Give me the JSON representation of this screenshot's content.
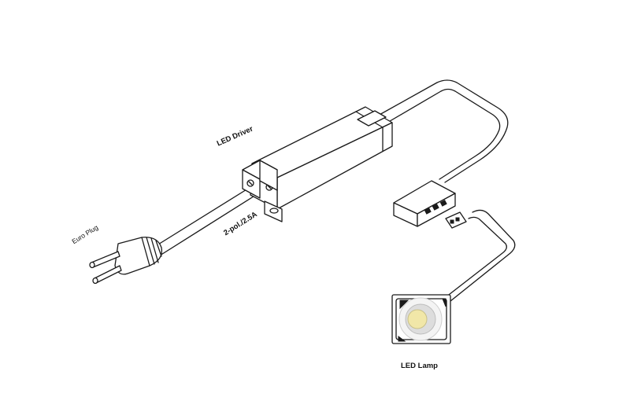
{
  "labels": {
    "euro_plug": "Euro Plug",
    "led_driver": "LED Driver",
    "rating": "2-pol./2.5A",
    "led_lamp": "LED Lamp"
  },
  "colors": {
    "line": "#1a1a1a",
    "background": "#ffffff",
    "lamp_glow": "#f1e7a8"
  }
}
